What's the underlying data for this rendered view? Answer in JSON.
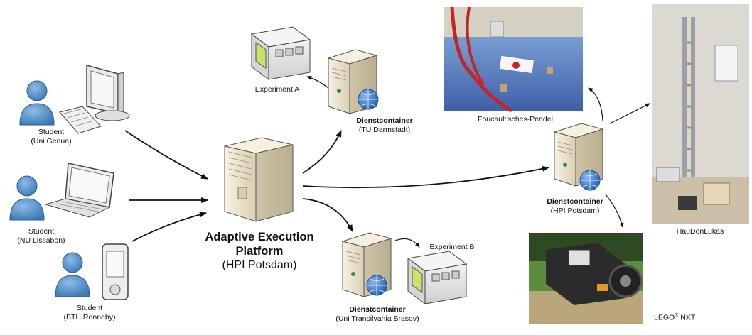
{
  "students": [
    {
      "name": "Student",
      "institution": "(Uni Genua)",
      "device": "desktop"
    },
    {
      "name": "Student",
      "institution": "(NU Lissabon)",
      "device": "laptop"
    },
    {
      "name": "Student",
      "institution": "(BTH Ronneby)",
      "device": "pda"
    }
  ],
  "platform": {
    "title_line1": "Adaptive Execution",
    "title_line2": "Platform",
    "subtitle": "(HPI Potsdam)"
  },
  "containers": [
    {
      "title": "Dienstcontainer",
      "location": "(TU Darmstadt)"
    },
    {
      "title": "Dienstcontainer",
      "location": "(Uni Transilvania Brasov)"
    },
    {
      "title": "Dienstcontainer",
      "location": "(HPI Potsdam)"
    }
  ],
  "experiments": [
    {
      "label": "Experiment A"
    },
    {
      "label": "Experiment B"
    }
  ],
  "photos": [
    {
      "caption": "Foucault'sches-Pendel"
    },
    {
      "caption": "HauDenLukas"
    },
    {
      "caption_main": "LEGO",
      "caption_sup": "®",
      "caption_tail": " NXT"
    }
  ],
  "colors": {
    "person": "#4a8ccb",
    "server": "#efe7d2",
    "globe": "#2f6fb8",
    "screen": "#c9e36a",
    "arrow": "#111111"
  }
}
